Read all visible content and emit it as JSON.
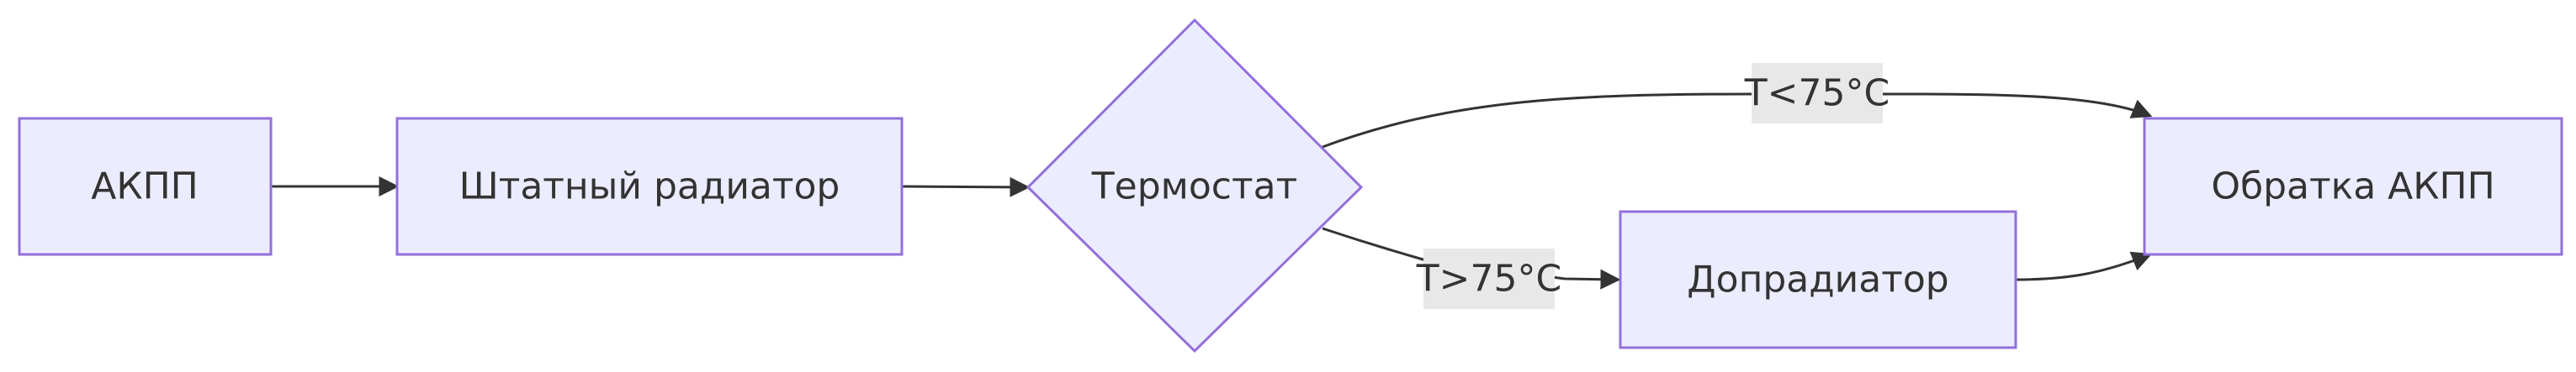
{
  "nodes": {
    "akpp": {
      "label": "АКПП"
    },
    "stock_radiator": {
      "label": "Штатный радиатор"
    },
    "thermostat": {
      "label": "Термостат"
    },
    "extra_radiator": {
      "label": "Допрадиатор"
    },
    "akpp_return": {
      "label": "Обратка АКПП"
    }
  },
  "edges": {
    "below_75": {
      "label": "T<75°C"
    },
    "above_75": {
      "label": "T>75°C"
    }
  },
  "colors": {
    "node_fill": "#ececff",
    "node_stroke": "#9370db",
    "edge": "#333333",
    "edge_label_bg": "#e8e8e8",
    "text": "#333333"
  }
}
